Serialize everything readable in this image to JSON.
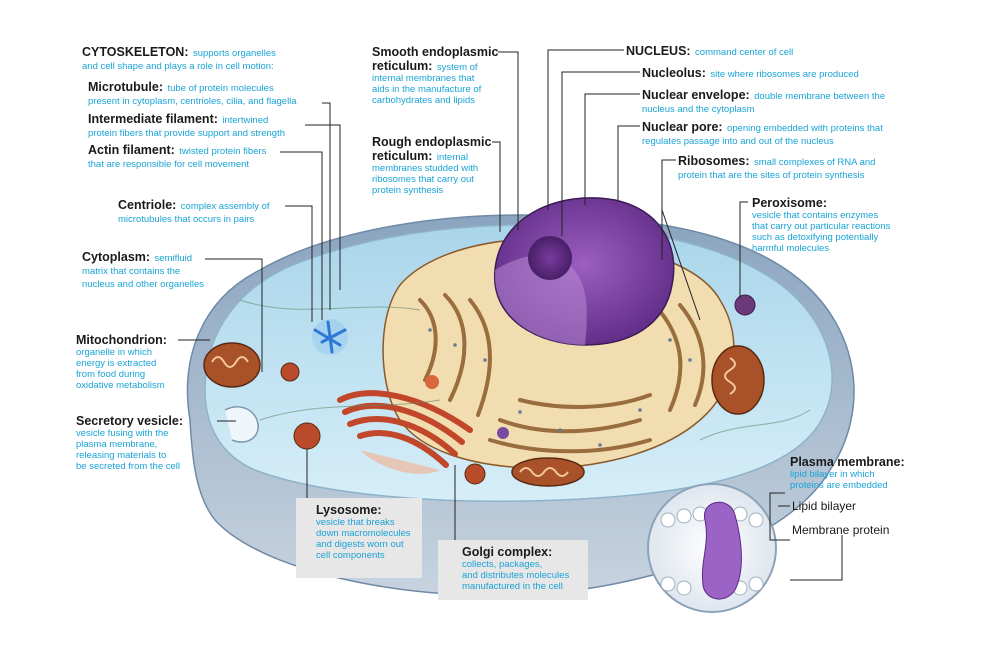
{
  "diagram": {
    "labels": {
      "cytoskeleton": {
        "title": "CYTOSKELETON:",
        "desc": [
          "supports organelles",
          "and cell shape and plays a role in cell motion:"
        ]
      },
      "microtubule": {
        "title": "Microtubule:",
        "desc": [
          "tube of protein molecules",
          "present in cytoplasm, centrioles, cilia, and flagella"
        ]
      },
      "intermediate_filament": {
        "title": "Intermediate filament:",
        "desc": [
          "intertwined",
          "protein fibers that provide support and strength"
        ]
      },
      "actin_filament": {
        "title": "Actin filament:",
        "desc": [
          "twisted protein fibers",
          "that are responsible for cell movement"
        ]
      },
      "centriole": {
        "title": "Centriole:",
        "desc": [
          "complex assembly of",
          "microtubules that occurs in pairs"
        ]
      },
      "cytoplasm": {
        "title": "Cytoplasm:",
        "desc": [
          "semifluid",
          "matrix that contains the",
          "nucleus and other organelles"
        ]
      },
      "mitochondrion": {
        "title": "Mitochondrion:",
        "desc": [
          "organelle in which",
          "energy is extracted",
          "from food during",
          "oxidative metabolism"
        ]
      },
      "secretory_vesicle": {
        "title": "Secretory vesicle:",
        "desc": [
          "vesicle fusing with the",
          "plasma membrane,",
          "releasing materials to",
          "be secreted from the cell"
        ]
      },
      "lysosome": {
        "title": "Lysosome:",
        "desc": [
          "vesicle that breaks",
          "down macromolecules",
          "and digests worn out",
          "cell components"
        ]
      },
      "golgi": {
        "title": "Golgi complex:",
        "desc": [
          "collects, packages,",
          "and distributes molecules",
          "manufactured in the cell"
        ]
      },
      "smooth_er": {
        "title": [
          "Smooth endoplasmic",
          "reticulum:"
        ],
        "desc": [
          "system of",
          "internal membranes that",
          "aids in the manufacture of",
          "carbohydrates and lipids"
        ]
      },
      "rough_er": {
        "title": [
          "Rough endoplasmic",
          "reticulum:"
        ],
        "desc": [
          "internal",
          "membranes studded with",
          "ribosomes that carry out",
          "protein synthesis"
        ]
      },
      "nucleus": {
        "title": "NUCLEUS:",
        "desc": [
          "command center of cell"
        ]
      },
      "nucleolus": {
        "title": "Nucleolus:",
        "desc": [
          "site where ribosomes are produced"
        ]
      },
      "nuclear_envelope": {
        "title": "Nuclear envelope:",
        "desc": [
          "double membrane between the",
          "nucleus and the cytoplasm"
        ]
      },
      "nuclear_pore": {
        "title": "Nuclear pore:",
        "desc": [
          "opening embedded with proteins that",
          "regulates passage into and out of the nucleus"
        ]
      },
      "ribosomes": {
        "title": "Ribosomes:",
        "desc": [
          "small complexes of RNA and",
          "protein that are the sites of protein synthesis"
        ]
      },
      "peroxisome": {
        "title": "Peroxisome:",
        "desc": [
          "vesicle that contains enzymes",
          "that carry out particular reactions",
          "such as detoxifying potentially",
          "harmful molecules"
        ]
      },
      "plasma_membrane": {
        "title": "Plasma membrane:",
        "desc": [
          "lipid bilayer in which",
          "proteins are embedded"
        ]
      },
      "lipid_bilayer": {
        "text": "Lipid bilayer"
      },
      "membrane_protein": {
        "text": "Membrane protein"
      }
    },
    "colors": {
      "title_text": "#1a1a1a",
      "desc_text": "#1aa3d6",
      "cytoplasm": "#bfe1f0",
      "cell_edge": "#7f95ad",
      "nucleus": "#7d3fa0",
      "er": "#f0d9a8",
      "er_stroke": "#8a5a2a",
      "golgi": "#d2552f",
      "mitochondrion": "#a9522a",
      "panel": "#e7e7e7",
      "membrane_protein": "#9b63c6"
    }
  }
}
